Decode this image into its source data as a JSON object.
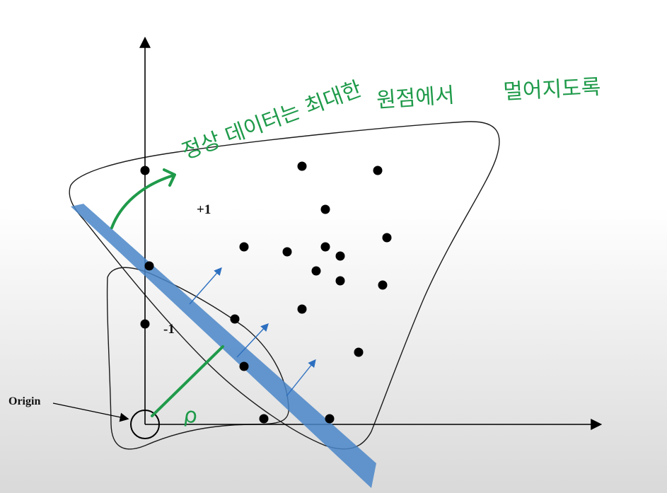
{
  "diagram": {
    "label_positive": "+1",
    "label_negative": "-1",
    "origin_label": "Origin"
  },
  "annotation": {
    "line1": "정상 데이터는 최대한",
    "line2": "원점에서",
    "line3": "멀어지도록",
    "symbol": "ρ"
  },
  "colors": {
    "ink": "#000000",
    "annotation_green": "#1f9a4a",
    "boundary_band": "#4a86c8",
    "normal_arrow": "#2c6fc0"
  }
}
